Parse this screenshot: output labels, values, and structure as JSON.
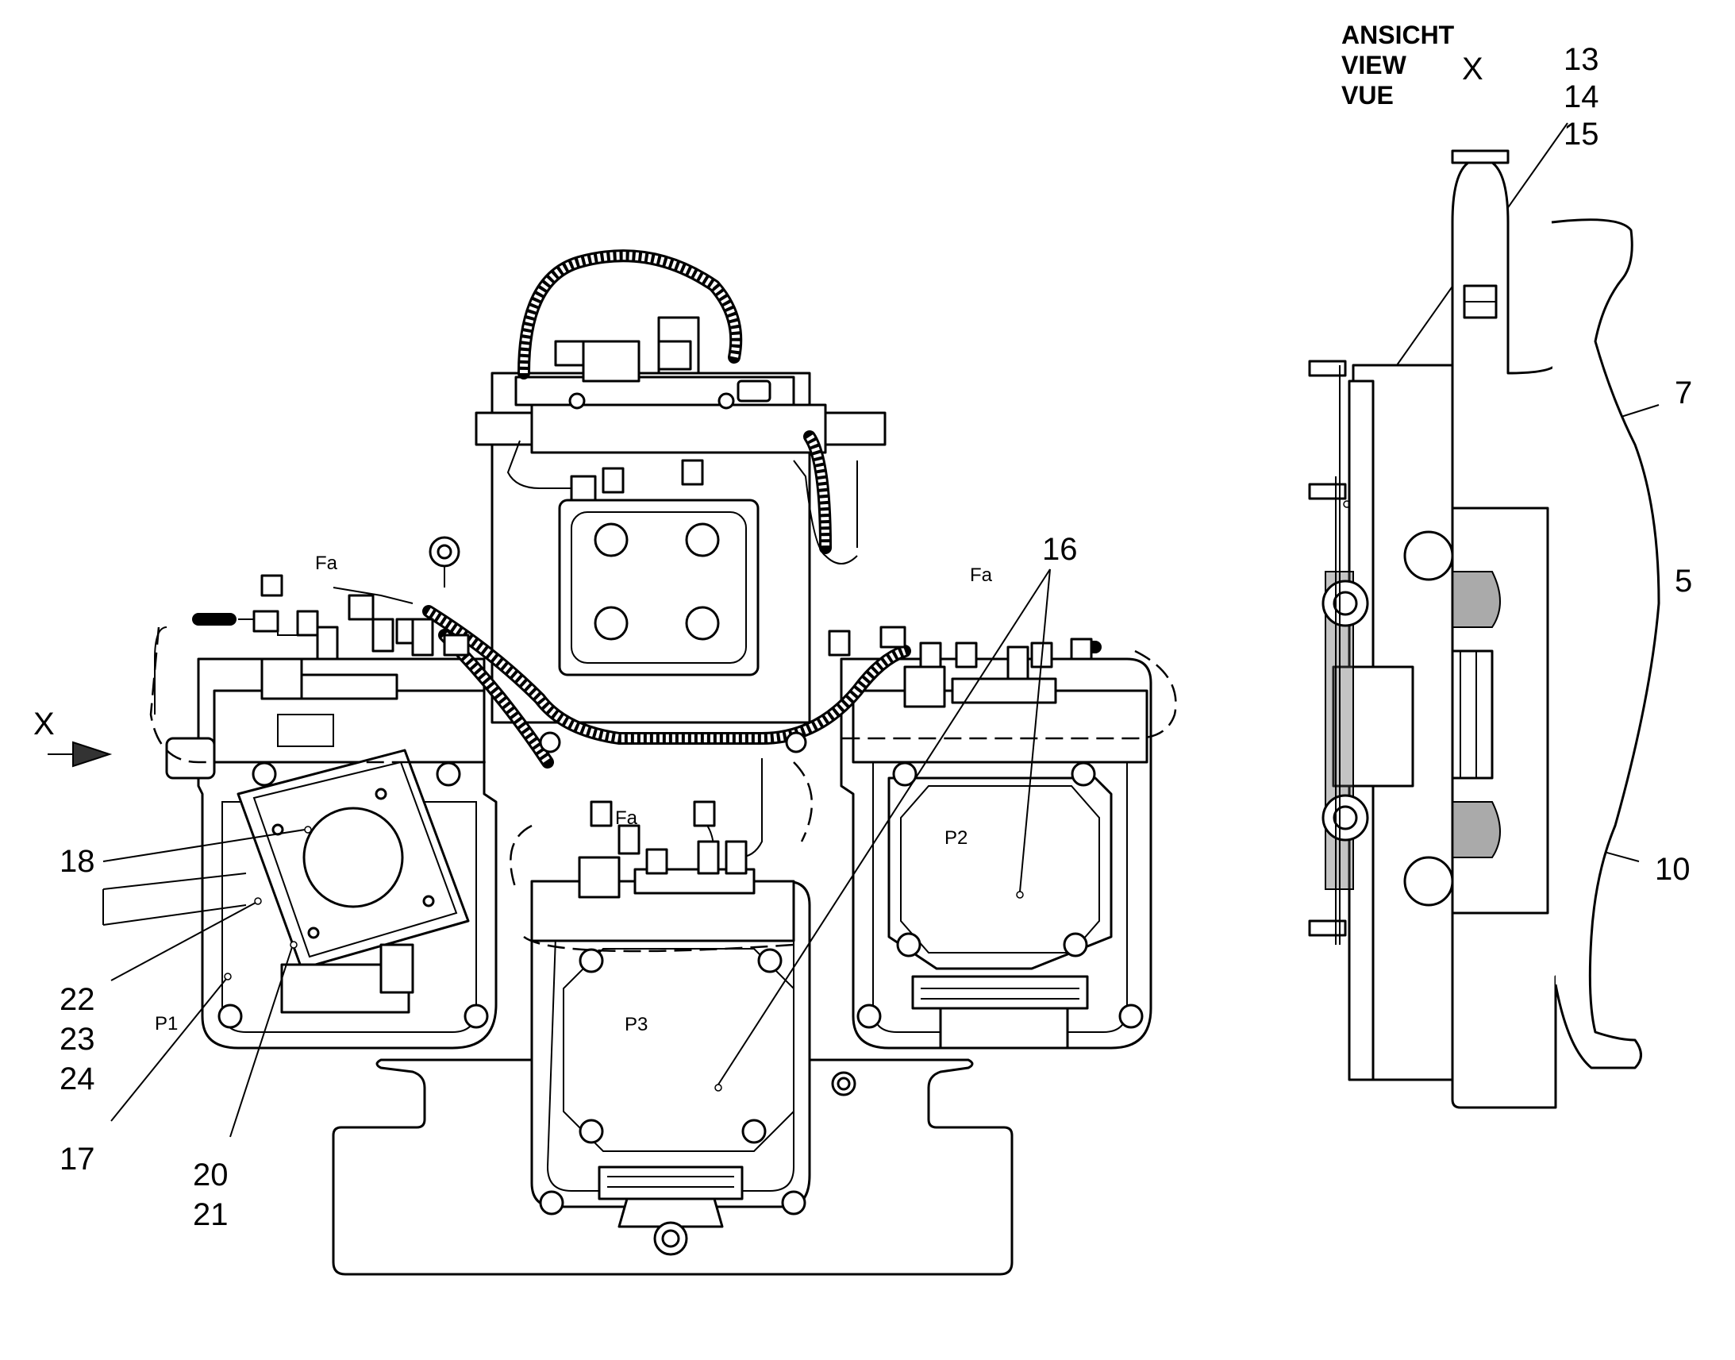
{
  "view_title": {
    "lines": [
      "ANSICHT",
      "VIEW",
      "VUE"
    ],
    "letter": "X"
  },
  "view_arrow_label": "X",
  "component_tags": {
    "p1": "P1",
    "p2": "P2",
    "p3": "P3",
    "fa_left": "Fa",
    "fa_right": "Fa",
    "fa_lower": "Fa"
  },
  "callouts": {
    "c5": "5",
    "c7": "7",
    "c10": "10",
    "c13": "13",
    "c14": "14",
    "c15": "15",
    "c16": "16",
    "c17": "17",
    "c18": "18",
    "c20": "20",
    "c21": "21",
    "c22": "22",
    "c23": "23",
    "c24": "24"
  }
}
